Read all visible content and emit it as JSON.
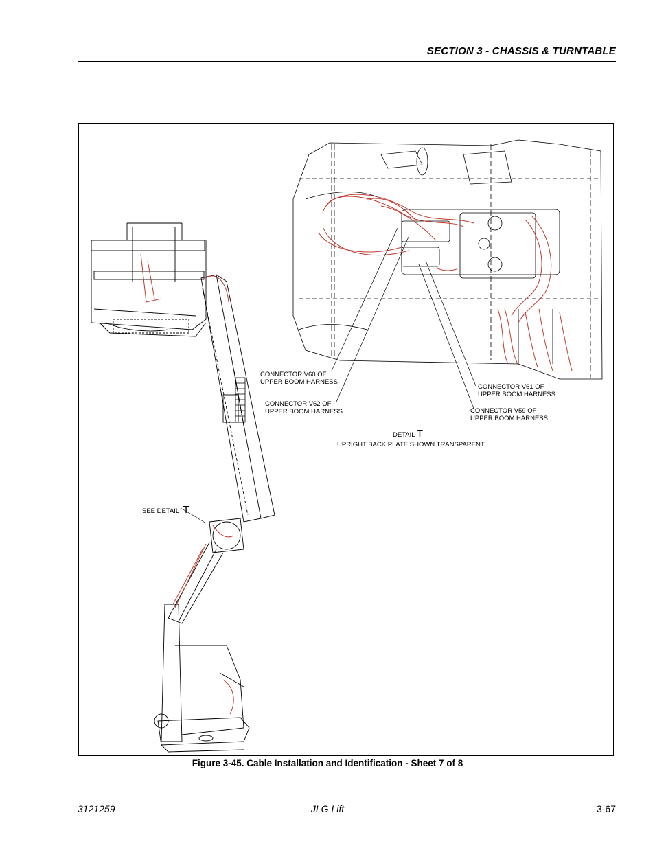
{
  "header": {
    "section_title": "SECTION 3 - CHASSIS & TURNTABLE"
  },
  "figure": {
    "callouts": {
      "v60": [
        "CONNECTOR V60 OF",
        "UPPER BOOM HARNESS"
      ],
      "v62": [
        "CONNECTOR V62 OF",
        "UPPER BOOM HARNESS"
      ],
      "v61": [
        "CONNECTOR V61 OF",
        "UPPER BOOM HARNESS"
      ],
      "v59": [
        "CONNECTOR V59 OF",
        "UPPER BOOM HARNESS"
      ],
      "detail_word": "DETAIL",
      "detail_letter": "T",
      "detail_note": "UPRIGHT BACK PLATE SHOWN TRANSPARENT",
      "see_detail_word": "SEE DETAIL",
      "see_detail_letter": "T"
    },
    "caption": "Figure 3-45.  Cable Installation and Identification - Sheet 7 of 8"
  },
  "footer": {
    "doc_number": "3121259",
    "publisher": "– JLG Lift –",
    "page_number": "3-67"
  },
  "colors": {
    "harness": "#c0392b",
    "line": "#000000"
  }
}
